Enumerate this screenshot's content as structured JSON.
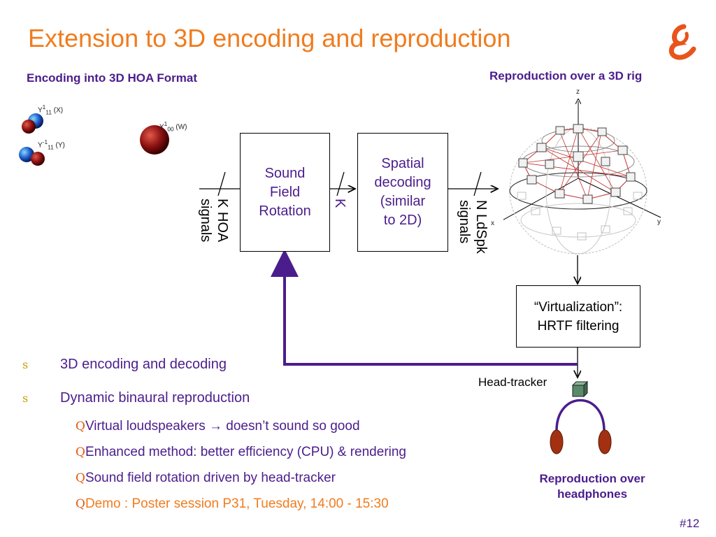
{
  "title": "Extension to 3D encoding and reproduction",
  "encoding_heading": "Encoding into 3D HOA Format",
  "reproduction_rig_heading": "Reproduction over a 3D rig",
  "harmonics": {
    "y11_x": "(X)",
    "y11m_y": "(Y)",
    "y00_w": "(W)",
    "y11_sym": "Y",
    "y11_sup": "1",
    "y11_sub": "11",
    "y11m_sup": "-1",
    "y11m_sub": "11",
    "y00_sup": "1",
    "y00_sub": "00"
  },
  "blocks": {
    "sound_field_rotation": "Sound\nField\nRotation",
    "spatial_decoding": "Spatial\ndecoding\n(similar\nto 2D)",
    "virtualization": "“Virtualization”:\nHRTF filtering"
  },
  "signal_labels": {
    "k_hoa": "K HOA\nsignals",
    "k": "K",
    "n_ldspk": "N LdSpk\nsignals"
  },
  "axes": {
    "z": "z",
    "y": "y",
    "x": "x"
  },
  "head_tracker": "Head-tracker",
  "reproduction_headphones": "Reproduction over headphones",
  "bullets": [
    {
      "mark": "s",
      "text": "3D encoding and decoding"
    },
    {
      "mark": "s",
      "text": "Dynamic binaural reproduction"
    }
  ],
  "sub_bullets": [
    {
      "mark": "Q",
      "text": "Virtual loudspeakers → doesn’t sound so good"
    },
    {
      "mark": "Q",
      "text": "Enhanced method: better efficiency (CPU) & rendering"
    },
    {
      "mark": "Q",
      "text": "Sound field rotation driven by head-tracker"
    },
    {
      "mark": "Q",
      "text": "Demo : Poster session P31, Tuesday, 14:00 - 15:30"
    }
  ],
  "page_number": "#12",
  "colors": {
    "title": "#f07c1e",
    "text": "#4b1d8c",
    "feedback_arrow": "#4b1d8c",
    "headphones_band": "#4b1d8c",
    "earcup": "#a33010",
    "sphere_lines": "#c0302c",
    "tracker": "#5a8a6a"
  }
}
